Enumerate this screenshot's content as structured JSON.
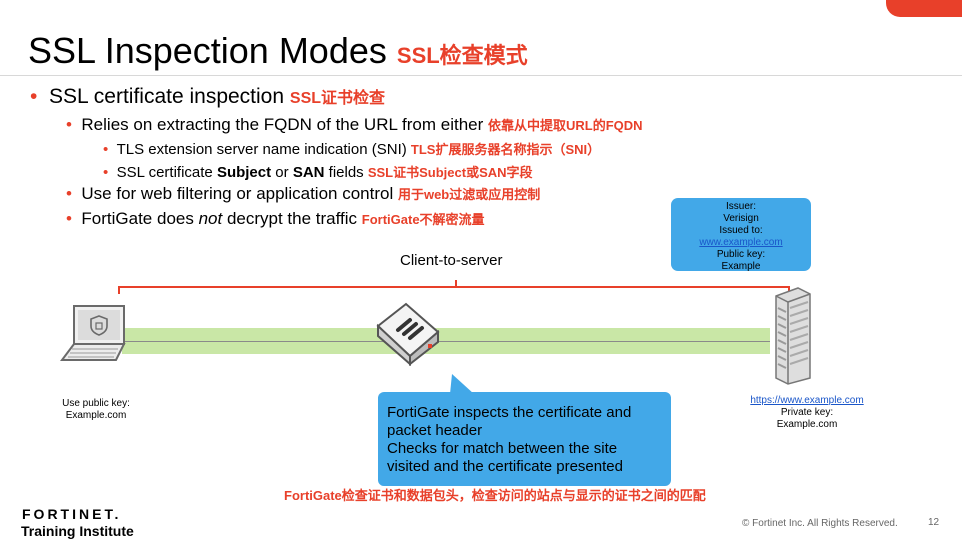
{
  "title": {
    "en": "SSL Inspection Modes",
    "zh": "SSL检查模式"
  },
  "bullets": {
    "b1": {
      "text": "SSL certificate inspection",
      "zh": "SSL证书检查"
    },
    "b1_1": {
      "text": "Relies on extracting the FQDN of the URL from either",
      "zh": "依靠从中提取URL的FQDN"
    },
    "b1_1_1": {
      "text": "TLS extension server name indication (SNI)",
      "zh": "TLS扩展服务器名称指示（SNI）"
    },
    "b1_1_2": {
      "pre": "SSL certificate ",
      "bold1": "Subject",
      "mid": " or ",
      "bold2": "SAN",
      "post": " fields",
      "zh": "SSL证书Subject或SAN字段"
    },
    "b1_2": {
      "text": "Use for web filtering or application control",
      "zh": "用于web过滤或应用控制"
    },
    "b1_3": {
      "pre": "FortiGate does ",
      "em": "not",
      "post": " decrypt the traffic",
      "zh": "FortiGate不解密流量"
    }
  },
  "issuer_box": {
    "line1": "Issuer:",
    "line2": "Verisign",
    "line3": "Issued to:",
    "link": "www.example.com",
    "line4": "Public key:",
    "line5": "Example"
  },
  "diagram": {
    "direction_label": "Client-to-server",
    "client_label_1": "Use public key:",
    "client_label_2": "Example.com",
    "server_link": "https://www.example.com",
    "server_label_1": "Private key:",
    "server_label_2": "Example.com"
  },
  "callout": {
    "line1": "FortiGate inspects the certificate and",
    "line2": "packet header",
    "line3": "Checks for match between the site",
    "line4": "visited and the certificate presented"
  },
  "bottom_note": "FortiGate检查证书和数据包头，检查访问的站点与显示的证书之间的匹配",
  "footer": {
    "logo": "FORTINET.",
    "institute": "Training Institute",
    "copyright": "© Fortinet Inc. All Rights Reserved.",
    "page": "12"
  },
  "colors": {
    "accent": "#e8402a",
    "callout": "#42a8e8",
    "band": "#c9e7a6"
  }
}
